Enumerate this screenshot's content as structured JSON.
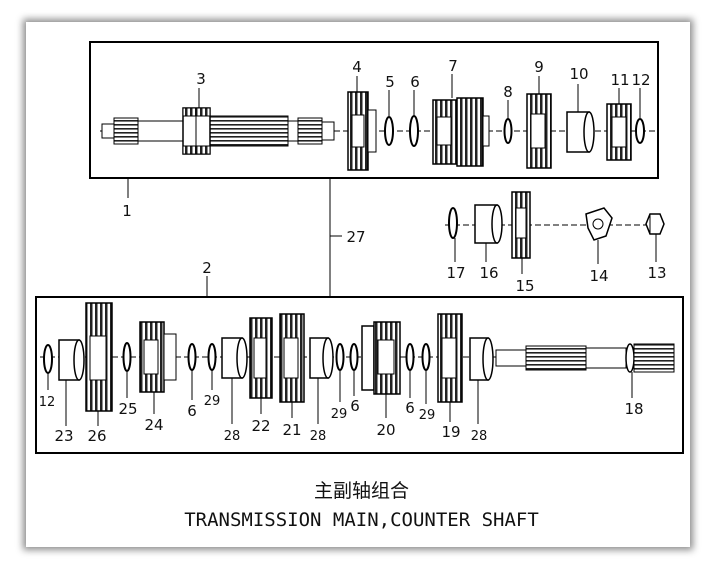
{
  "title_cn": "主副轴组合",
  "title_en": "TRANSMISSION MAIN,COUNTER SHAFT",
  "callouts": {
    "n1": "1",
    "n2": "2",
    "n3": "3",
    "n4": "4",
    "n5": "5",
    "n6_top": "6",
    "n7": "7",
    "n8": "8",
    "n9": "9",
    "n10": "10",
    "n11": "11",
    "n12_top": "12",
    "n13": "13",
    "n14": "14",
    "n15": "15",
    "n16": "16",
    "n17": "17",
    "n18": "18",
    "n19": "19",
    "n20": "20",
    "n21": "21",
    "n22": "22",
    "n23": "23",
    "n24": "24",
    "n25": "25",
    "n26": "26",
    "n27": "27",
    "n12_bot": "12",
    "n6_a": "6",
    "n29_a": "29",
    "n28_a": "28",
    "n28_b": "28",
    "n29_b": "29",
    "n6_b": "6",
    "n6_c": "6",
    "n29_c": "29",
    "n28_c": "28"
  }
}
